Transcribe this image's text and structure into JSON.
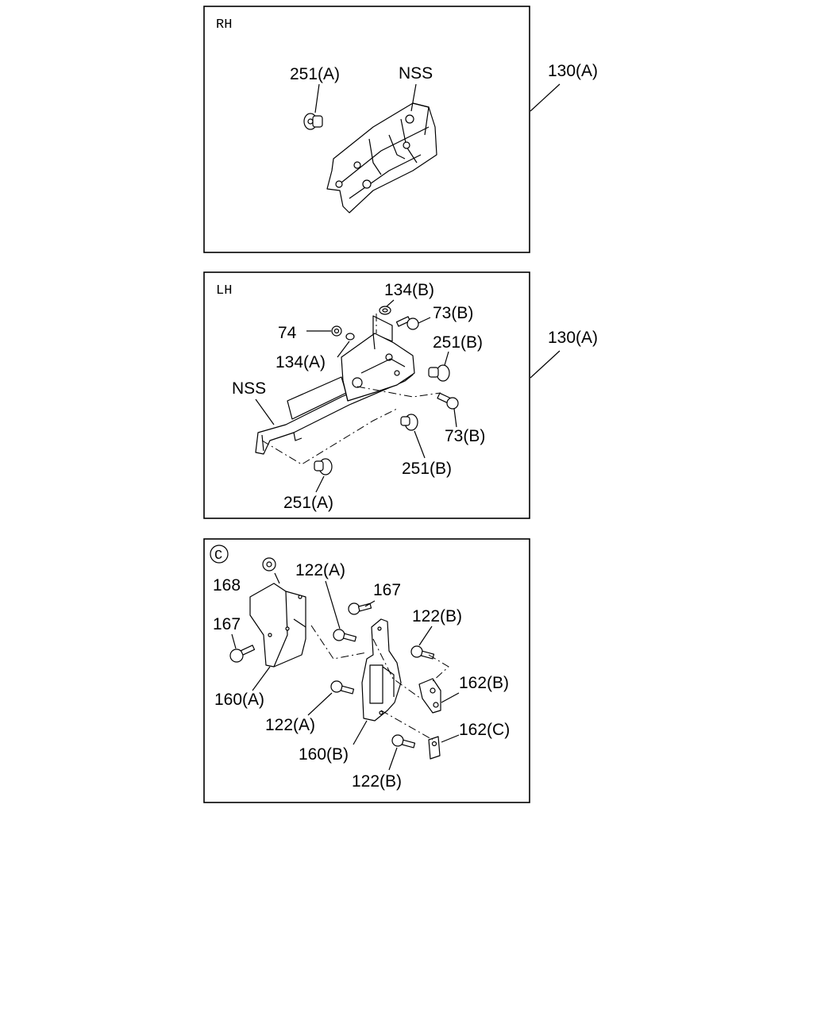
{
  "panels": {
    "rh": {
      "title": "RH",
      "labels": {
        "p251a": "251(A)",
        "nss": "NSS"
      },
      "callout": "130(A)"
    },
    "lh": {
      "title": "LH",
      "labels": {
        "p134b": "134(B)",
        "p73b_top": "73(B)",
        "p74": "74",
        "p134a": "134(A)",
        "p251b_top": "251(B)",
        "nss": "NSS",
        "p73b_bottom": "73(B)",
        "p251b_bottom": "251(B)",
        "p251a": "251(A)"
      },
      "callout": "130(A)"
    },
    "c": {
      "title": "C",
      "labels": {
        "p168": "168",
        "p122a_top": "122(A)",
        "p167_mid": "167",
        "p167_left": "167",
        "p122b_top": "122(B)",
        "p160a": "160(A)",
        "p162b": "162(B)",
        "p122a_bottom": "122(A)",
        "p162c": "162(C)",
        "p160b": "160(B)",
        "p122b_bottom": "122(B)"
      }
    }
  }
}
